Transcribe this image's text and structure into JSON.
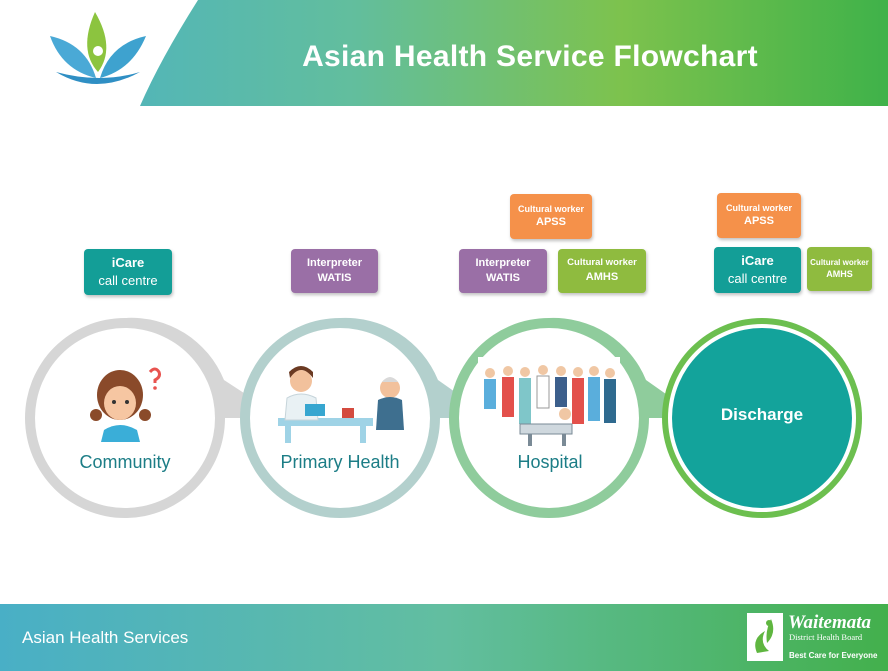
{
  "header": {
    "title": "Asian Health Service Flowchart"
  },
  "boxes": {
    "icare1": {
      "l1": "iCare",
      "l2": "call centre"
    },
    "interp1": {
      "l1": "Interpreter",
      "l2": "WATIS"
    },
    "apss1": {
      "l1": "Cultural worker",
      "l2": "APSS"
    },
    "interp2": {
      "l1": "Interpreter",
      "l2": "WATIS"
    },
    "amhs1": {
      "l1": "Cultural worker",
      "l2": "AMHS"
    },
    "apss2": {
      "l1": "Cultural worker",
      "l2": "APSS"
    },
    "icare2": {
      "l1": "iCare",
      "l2": "call centre"
    },
    "amhs2": {
      "l1": "Cultural worker",
      "l2": "AMHS"
    }
  },
  "stages": [
    {
      "label": "Community"
    },
    {
      "label": "Primary Health"
    },
    {
      "label": "Hospital"
    },
    {
      "label": "Discharge"
    }
  ],
  "footer": {
    "text": "Asian Health Services",
    "org_name": "Waitemata",
    "org_sub": "District Health Board",
    "org_tagline": "Best Care for Everyone"
  },
  "colors": {
    "teal": "#139e97",
    "purple": "#9a6fa6",
    "orange": "#f5914a",
    "green": "#8fbb3f"
  },
  "icons": [
    "lotus-logo-icon",
    "girl-thinking-icon",
    "doctor-patient-icon",
    "hospital-staff-icon",
    "wdhb-logo-icon"
  ]
}
